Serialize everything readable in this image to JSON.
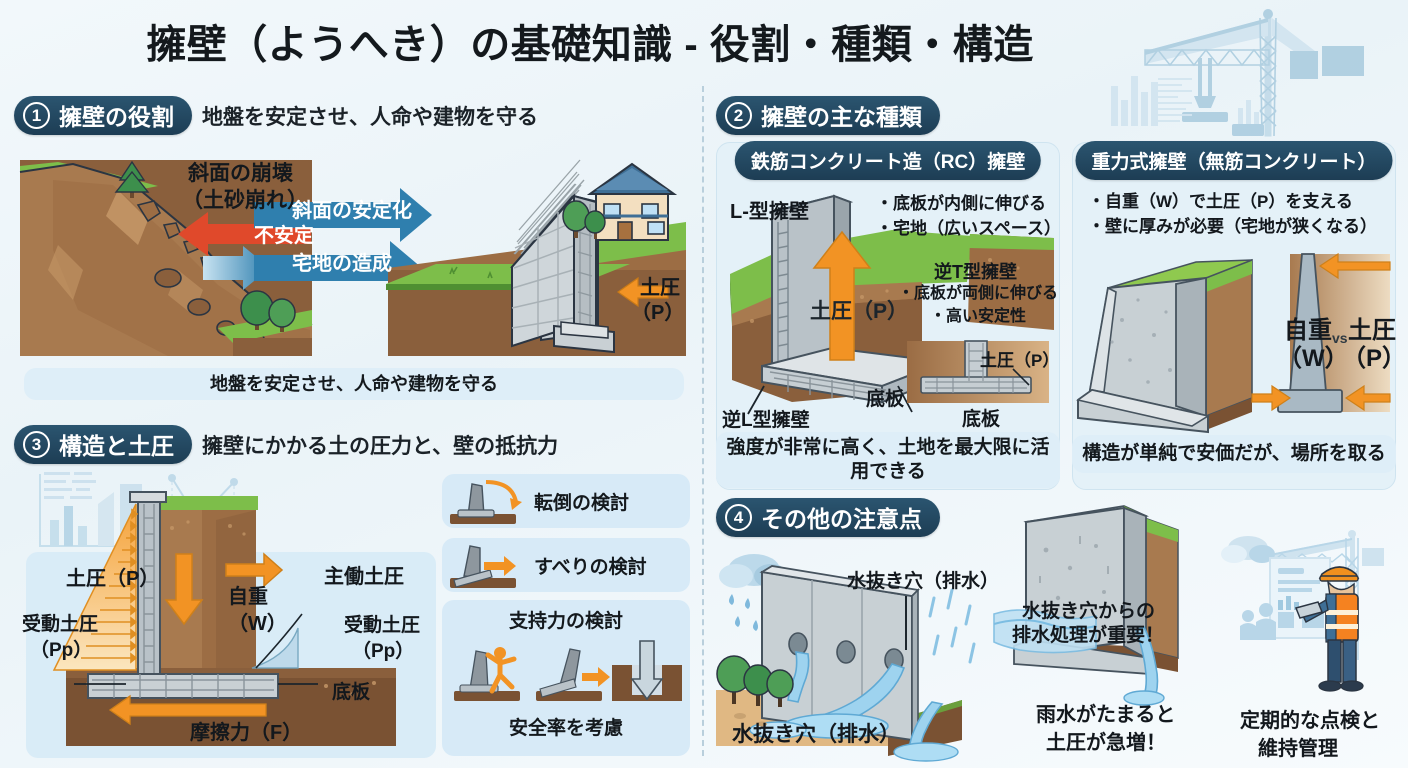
{
  "title": "擁壁（ようへき）の基礎知識 - 役割・種類・構造",
  "colors": {
    "navy": "#1d3d54",
    "accent_blue": "#2f7fae",
    "orange": "#f29324",
    "red": "#e0492b",
    "panel_tint": "#e4f1f8",
    "page_bg": "#eff7fb",
    "soil_brown": "#8a5f3c",
    "grass_green": "#7dbe4a",
    "concrete_gray": "#bfc7cb"
  },
  "sections": [
    {
      "number": "1",
      "title": "擁壁の役割",
      "subtitle": "地盤を安定させ、人命や建物を守る",
      "labels": {
        "slope_failure": "斜面の崩壊",
        "slope_failure_sub": "（土砂崩れ）",
        "unstable_arrow": "不安定",
        "benefit_1": "斜面の安定化",
        "benefit_2": "宅地の造成",
        "earth_pressure": "土圧",
        "earth_pressure_sym": "（P）"
      },
      "caption": "地盤を安定させ、人命や建物を守る"
    },
    {
      "number": "2",
      "title": "擁壁の主な種類",
      "cards": [
        {
          "heading": "鉄筋コンクリート造（RC）擁壁",
          "type_label_l": "L-型擁壁",
          "bullets": [
            "・底板が内側に伸びる",
            "・宅地（広いスペース）"
          ],
          "arrow_label": "土圧（P）",
          "subtype_title": "逆T型擁壁",
          "subtype_bullets": [
            "・底板が両側に伸びる",
            "・高い安定性"
          ],
          "inset_label": "土圧（P）",
          "inset_caption": "底板",
          "label_bottom_plate": "底板",
          "label_inverted_l": "逆L型擁壁",
          "caption": "強度が非常に高く、土地を最大限に活用できる"
        },
        {
          "heading": "重力式擁壁（無筋コンクリート）",
          "bullets": [
            "・自重（W）で土圧（P）を支える",
            "・壁に厚みが必要（宅地が狭くなる）"
          ],
          "vs_left": "自重",
          "vs_left_sym": "（W）",
          "vs_mid": "vs",
          "vs_right": "土圧",
          "vs_right_sym": "（P）",
          "caption": "構造が単純で安価だが、場所を取る"
        }
      ]
    },
    {
      "number": "3",
      "title": "構造と土圧",
      "subtitle": "擁壁にかかる土の圧力と、壁の抵抗力",
      "labels": {
        "earth_pressure": "土圧（P）",
        "passive_left": "受動土圧",
        "passive_left_sym": "（Pp）",
        "passive_right": "受動土圧",
        "passive_right_sym": "（Pp）",
        "self_weight": "自重",
        "self_weight_sym": "（W）",
        "active_pressure": "主働土圧",
        "base_plate": "底板",
        "friction": "摩擦力（F）"
      },
      "checks": [
        {
          "label": "転倒の検討"
        },
        {
          "label": "すべりの検討"
        },
        {
          "label": "支持力の検討",
          "footer": "安全率を考慮"
        }
      ]
    },
    {
      "number": "4",
      "title": "その他の注意点",
      "items": [
        {
          "label_top": "水抜き穴（排水）",
          "label_bottom": "水抜き穴（排水）"
        },
        {
          "callout_line1": "水抜き穴からの",
          "callout_line2": "排水処理が重要！",
          "caption_line1": "雨水がたまると",
          "caption_line2": "土圧が急増！"
        },
        {
          "caption_line1": "定期的な点検と",
          "caption_line2": "維持管理"
        }
      ]
    }
  ]
}
